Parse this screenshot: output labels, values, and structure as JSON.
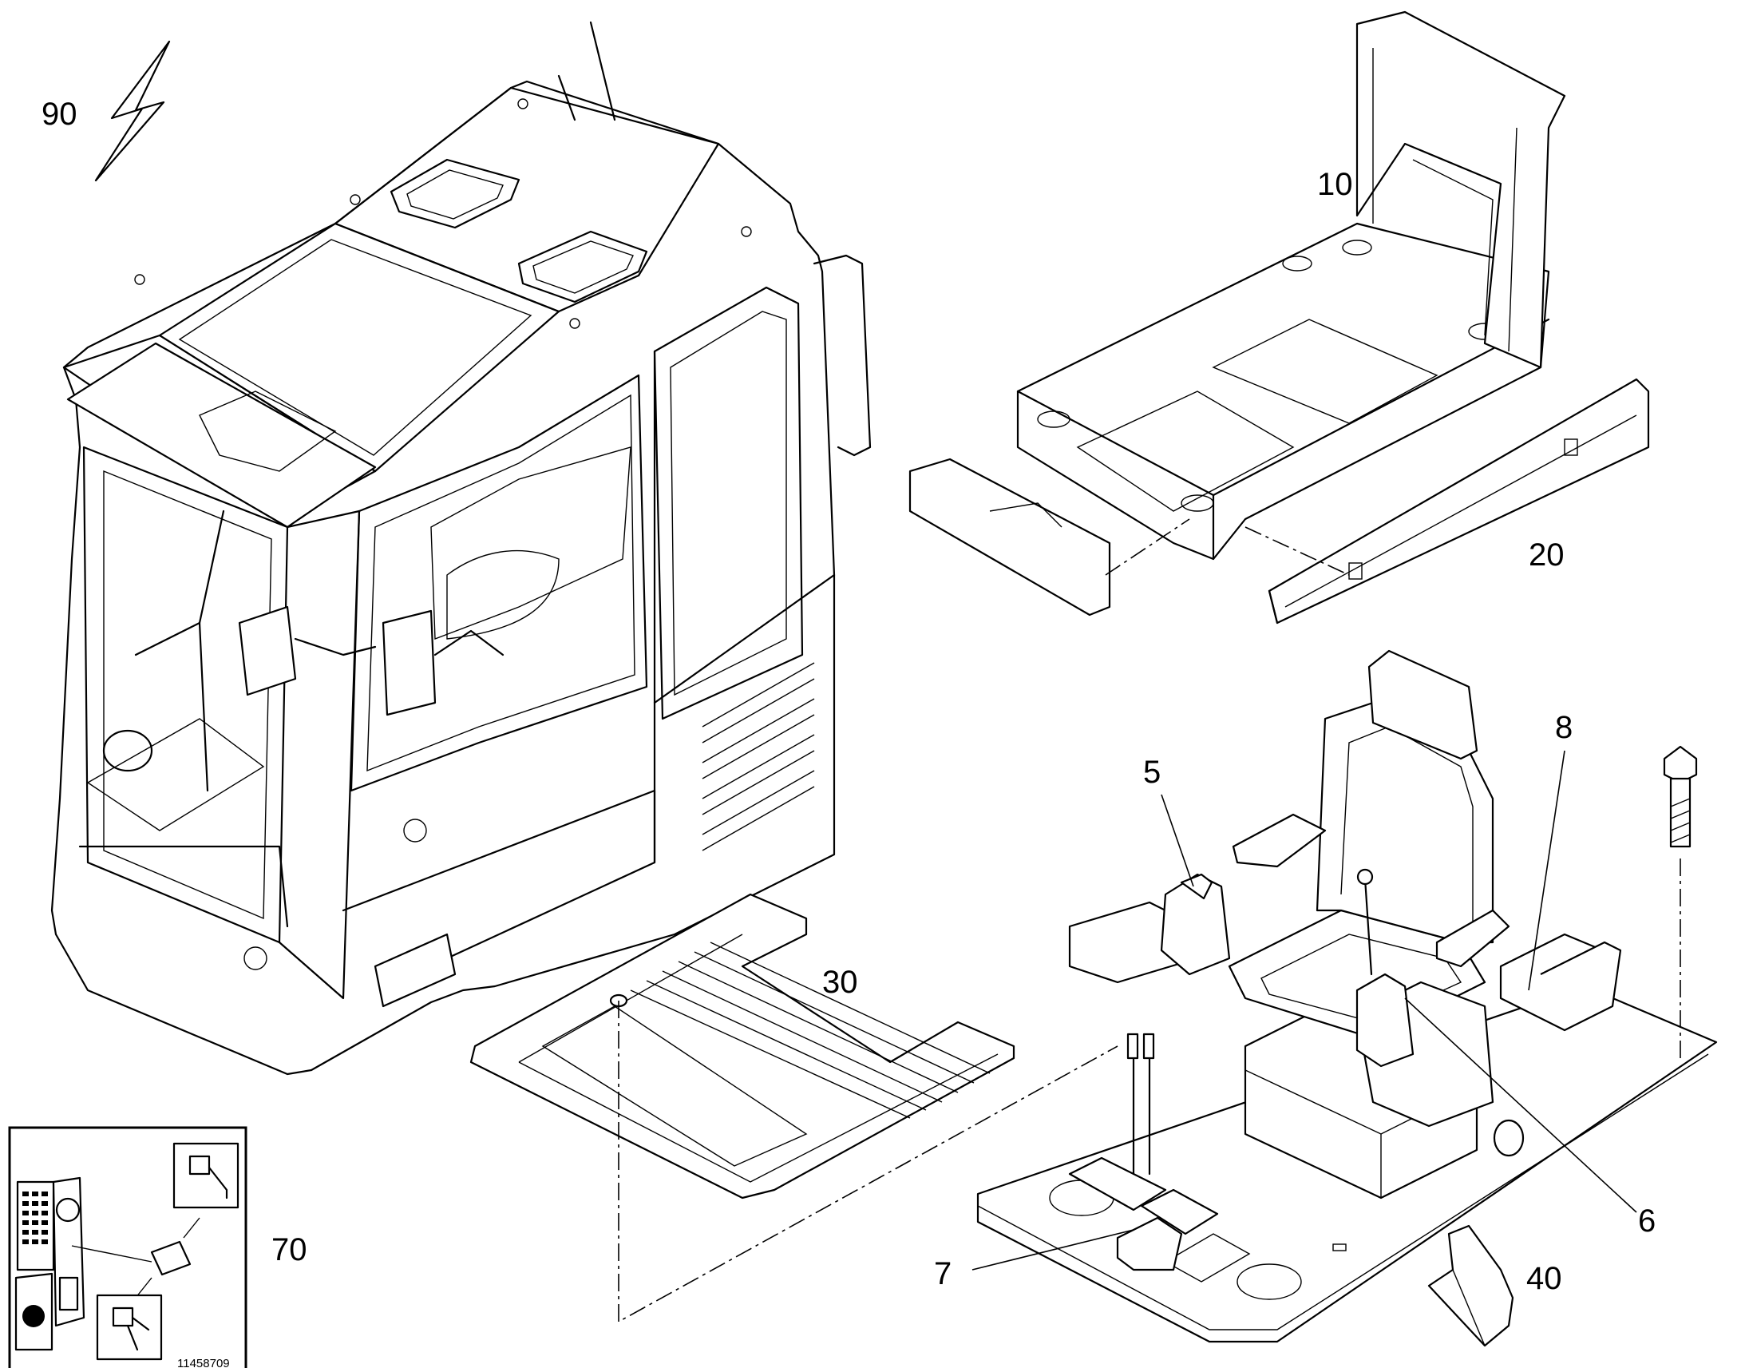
{
  "labels": {
    "l90": "90",
    "l10": "10",
    "l20": "20",
    "l30": "30",
    "l5": "5",
    "l8": "8",
    "l7": "7",
    "l6": "6",
    "l40": "40",
    "l70": "70"
  },
  "drawing_number": "11458709",
  "icons": {
    "electrical": "lightning-bolt-icon"
  }
}
